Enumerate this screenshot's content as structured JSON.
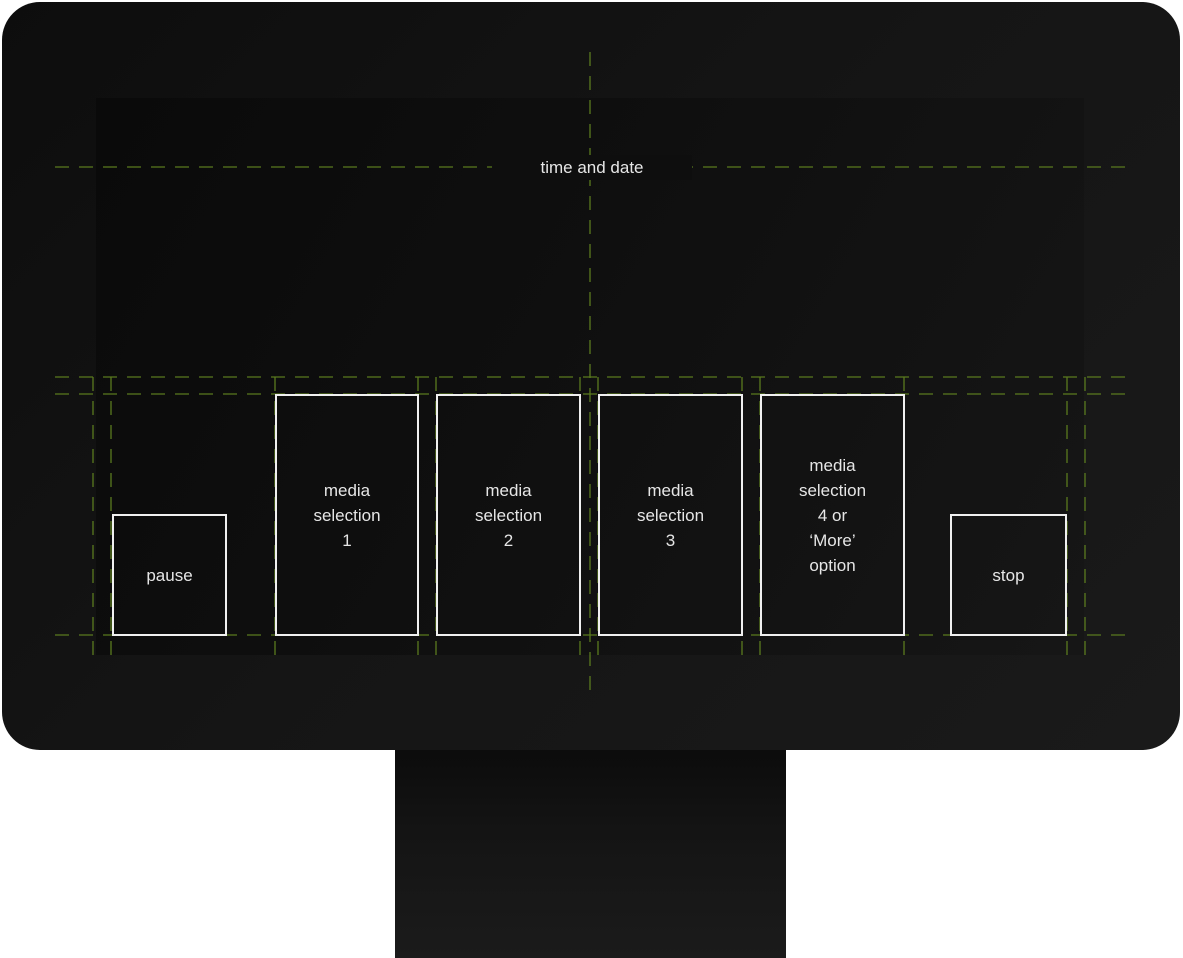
{
  "screen": {
    "time_date_label": "time and date"
  },
  "controls": {
    "pause_label": "pause",
    "stop_label": "stop"
  },
  "media": {
    "items": [
      {
        "label": "media\nselection\n1"
      },
      {
        "label": "media\nselection\n2"
      },
      {
        "label": "media\nselection\n3"
      },
      {
        "label": "media\nselection\n4 or\n‘More’\noption"
      }
    ]
  },
  "colors": {
    "guide": "#5a7a1e",
    "tile_border": "#f0f0f0",
    "bezel": "#121212"
  }
}
